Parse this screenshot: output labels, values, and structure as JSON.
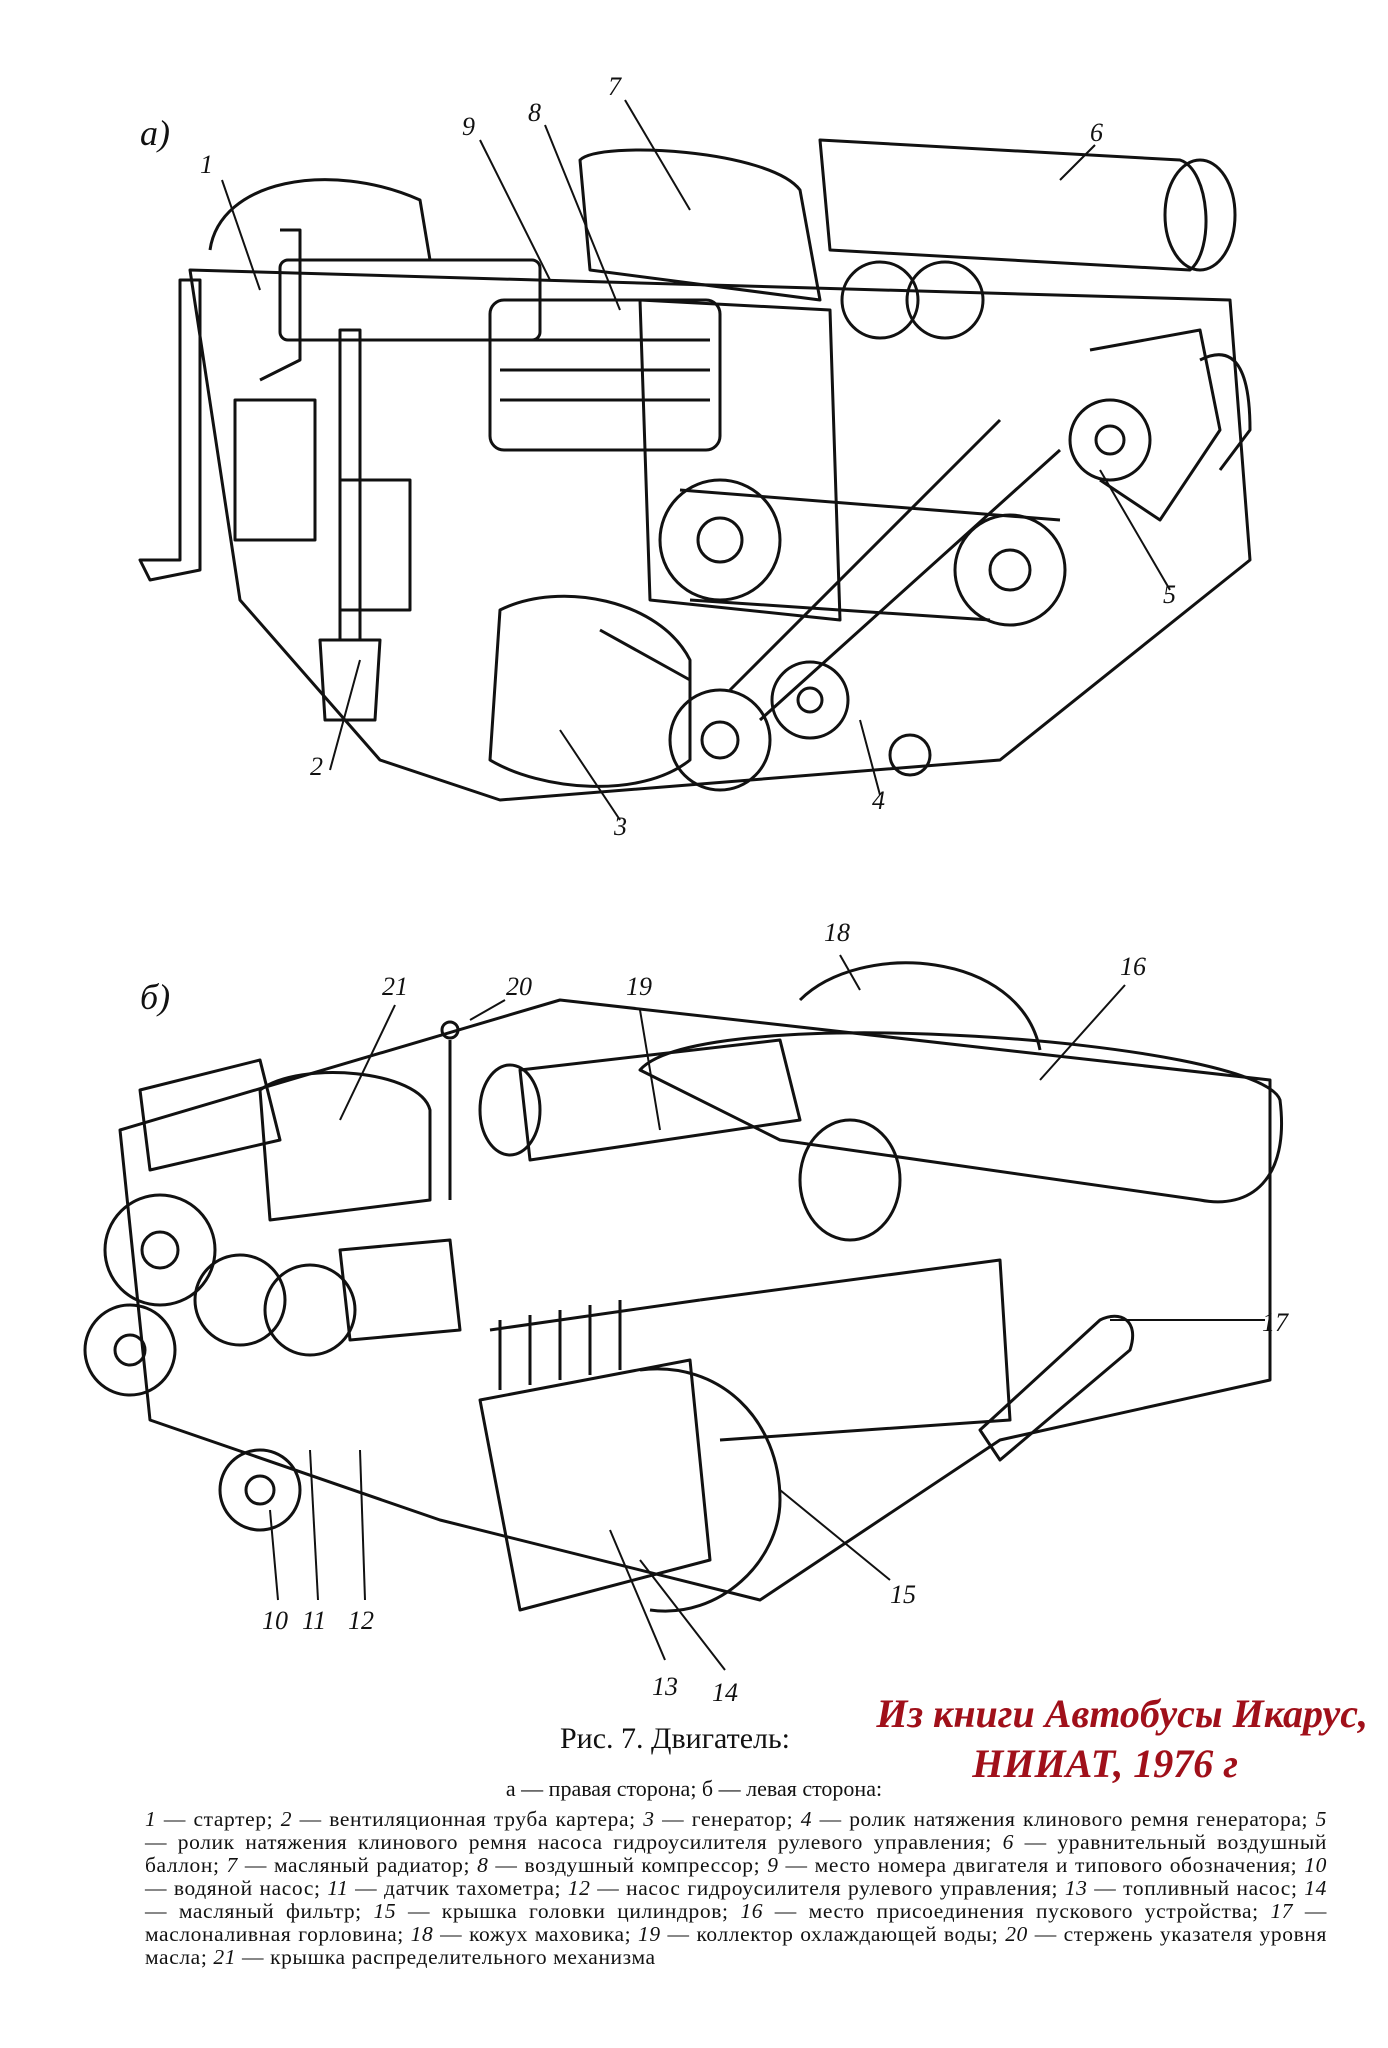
{
  "figure": {
    "panel_a_label": "а)",
    "panel_b_label": "б)",
    "callouts_a": [
      "1",
      "2",
      "3",
      "4",
      "5",
      "6",
      "7",
      "8",
      "9"
    ],
    "callouts_b": [
      "10",
      "11",
      "12",
      "13",
      "14",
      "15",
      "16",
      "17",
      "18",
      "19",
      "20",
      "21"
    ]
  },
  "source_note": {
    "line1": "Из книги Автобусы Икарус,",
    "line2": "НИИАТ, 1976 г",
    "color": "#a0101a"
  },
  "caption": {
    "title": "Рис. 7. Двигатель:",
    "subtitle": "а — правая сторона; б — левая сторона:",
    "legend": [
      {
        "num": "1",
        "text": "стартер;"
      },
      {
        "num": "2",
        "text": "вентиляционная труба картера;"
      },
      {
        "num": "3",
        "text": "генератор;"
      },
      {
        "num": "4",
        "text": "ролик натяжения клинового ремня генератора;"
      },
      {
        "num": "5",
        "text": "ролик натяжения клинового ремня насоса гидроусилителя рулевого управления;"
      },
      {
        "num": "6",
        "text": "уравнительный воздушный баллон;"
      },
      {
        "num": "7",
        "text": "масляный радиатор;"
      },
      {
        "num": "8",
        "text": "воздушный компрессор;"
      },
      {
        "num": "9",
        "text": "место номера двигателя и типового обозначения;"
      },
      {
        "num": "10",
        "text": "водяной насос;"
      },
      {
        "num": "11",
        "text": "датчик тахометра;"
      },
      {
        "num": "12",
        "text": "насос гидроусилителя рулевого управления;"
      },
      {
        "num": "13",
        "text": "топливный насос;"
      },
      {
        "num": "14",
        "text": "масляный фильтр;"
      },
      {
        "num": "15",
        "text": "крышка головки цилиндров;"
      },
      {
        "num": "16",
        "text": "место присоединения пускового устройства;"
      },
      {
        "num": "17",
        "text": "маслоналивная горловина;"
      },
      {
        "num": "18",
        "text": "кожух маховика;"
      },
      {
        "num": "19",
        "text": "коллектор охлаждающей воды;"
      },
      {
        "num": "20",
        "text": "стержень указателя уровня масла;"
      },
      {
        "num": "21",
        "text": "крышка распределительного механизма"
      }
    ]
  }
}
